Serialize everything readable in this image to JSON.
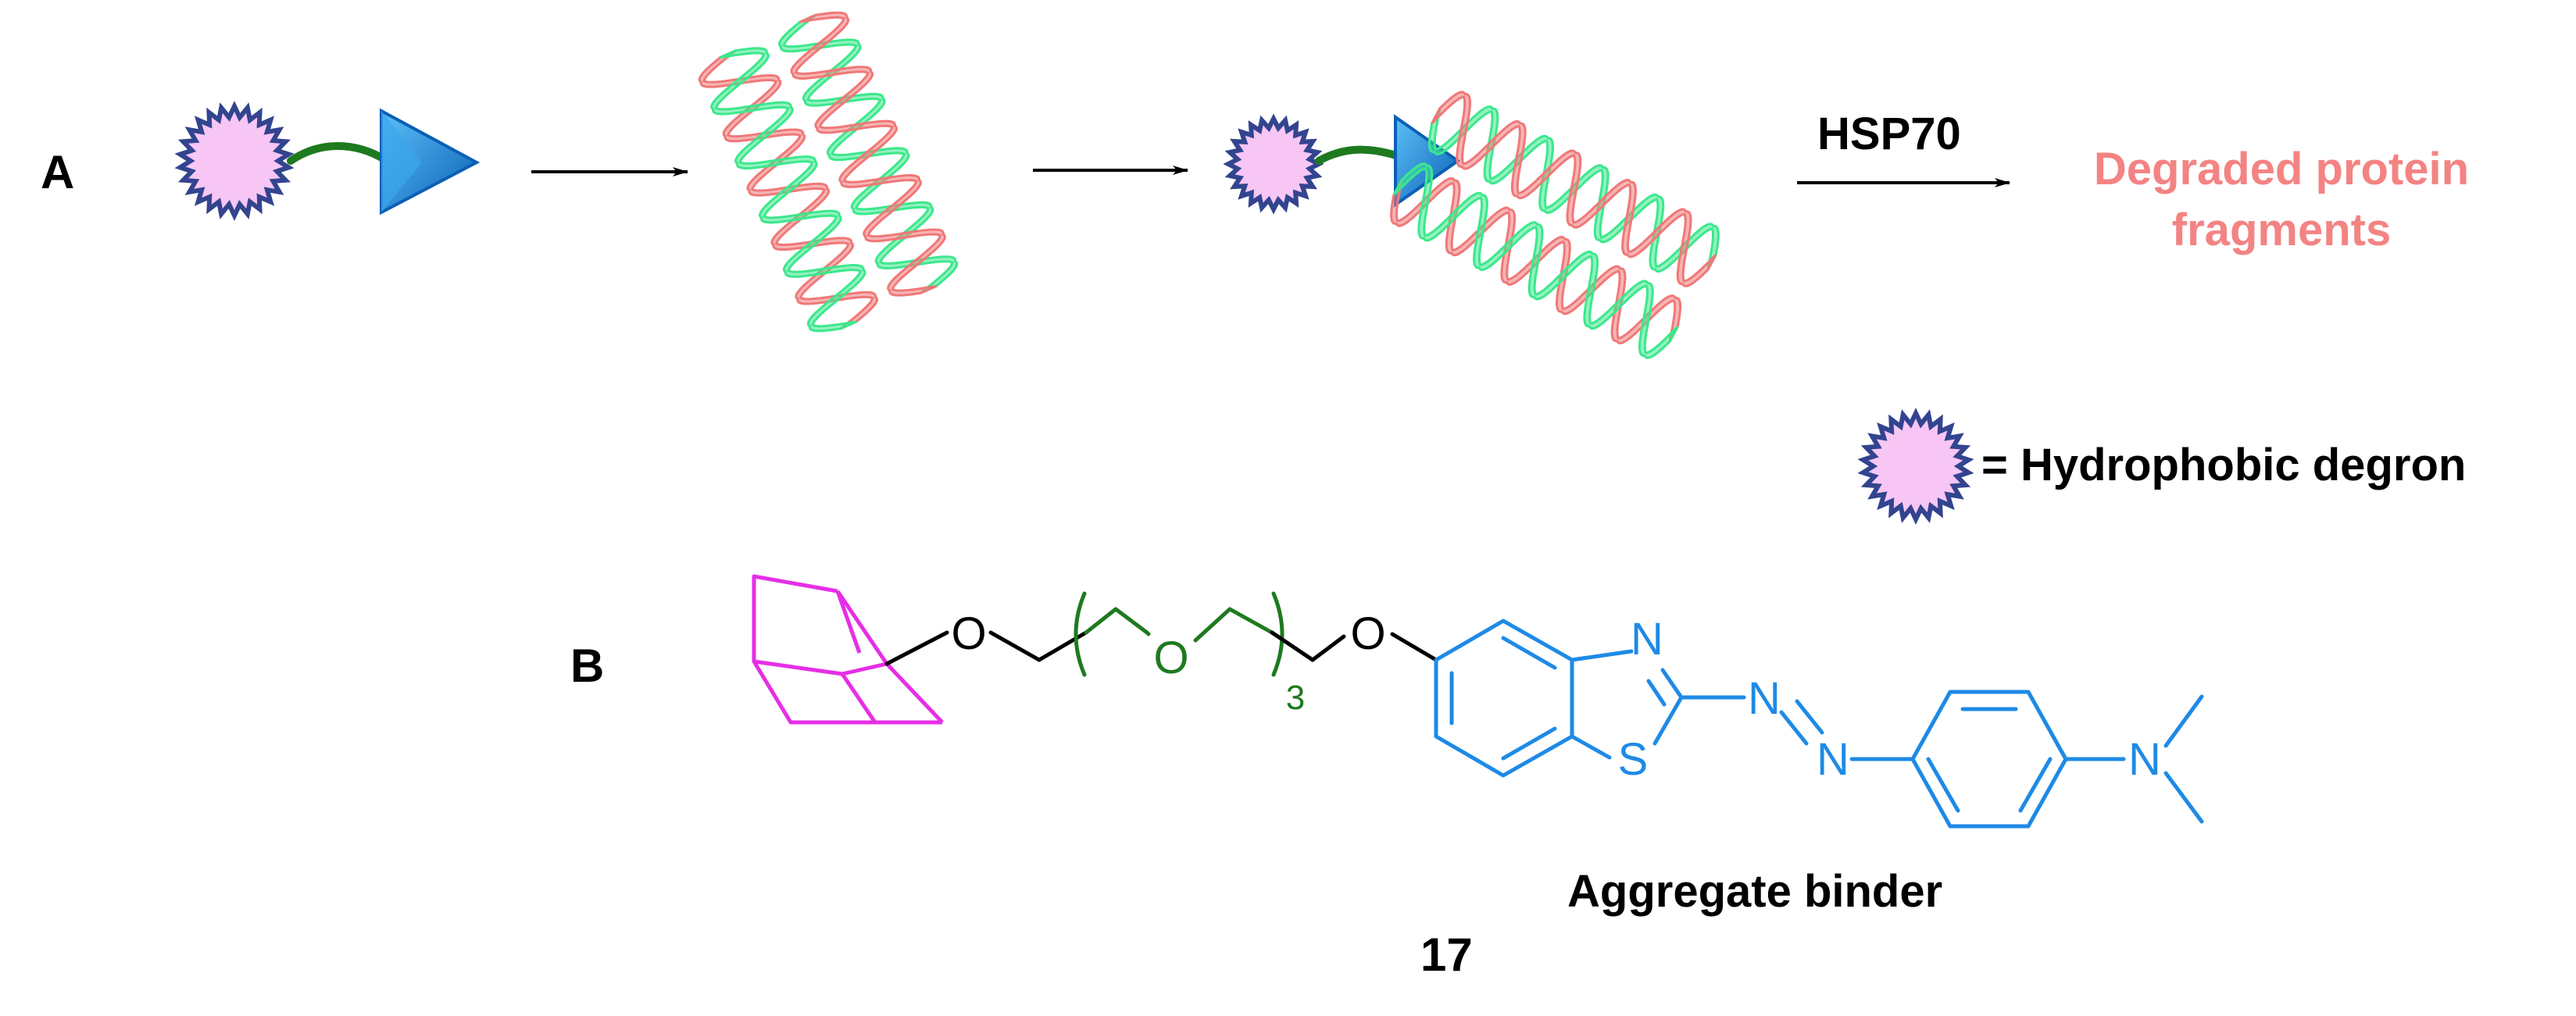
{
  "panels": {
    "a": "A",
    "b": "B"
  },
  "steps": {
    "hsp": "HSP70"
  },
  "result": {
    "line1": "Degraded protein",
    "line2": "fragments",
    "color": "#f48383"
  },
  "legend": {
    "text": "= Hydrophobic degron"
  },
  "structure": {
    "atoms": {
      "o1": "O",
      "o2": "O",
      "o3": "O",
      "n1": "N",
      "s1": "S",
      "n2": "N",
      "n3": "N",
      "n4": "N"
    },
    "subscript": "3",
    "binder_label": "Aggregate binder",
    "compound_number": "17",
    "colors": {
      "adamantane": "#e62ee6",
      "linker": "#1e7a1e",
      "binder": "#1e8ae6"
    }
  },
  "colors": {
    "degron_fill": "#f7c6f5",
    "degron_edge": "#33448f",
    "ligand": "#1e8ae6",
    "helix_green": "#3ce88c",
    "helix_red": "#f07878"
  }
}
